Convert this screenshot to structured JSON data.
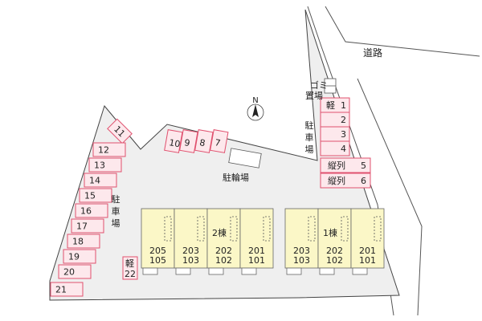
{
  "labels": {
    "road": "道路",
    "garbage": "ゴミ置場",
    "parking": "駐車場",
    "bicycle": "駐輪場",
    "compass": "N"
  },
  "buildings": {
    "b2": {
      "name": "2棟",
      "units": [
        [
          "205",
          "105"
        ],
        [
          "203",
          "103"
        ],
        [
          "202",
          "102"
        ],
        [
          "201",
          "101"
        ]
      ]
    },
    "b1": {
      "name": "1棟",
      "units": [
        [
          "203",
          "103"
        ],
        [
          "202",
          "102"
        ],
        [
          "201",
          "101"
        ]
      ]
    }
  },
  "parking": {
    "left": [
      "11",
      "12",
      "13",
      "14",
      "15",
      "16",
      "17",
      "18",
      "19",
      "20",
      "21"
    ],
    "top": [
      "10",
      "9",
      "8",
      "7"
    ],
    "right": [
      {
        "prefix": "軽",
        "num": "1"
      },
      {
        "prefix": "",
        "num": "2"
      },
      {
        "prefix": "",
        "num": "3"
      },
      {
        "prefix": "",
        "num": "4"
      },
      {
        "prefix": "縦列",
        "num": "5"
      },
      {
        "prefix": "縦列",
        "num": "6"
      }
    ],
    "kei22": {
      "prefix": "軽",
      "num": "22"
    }
  }
}
